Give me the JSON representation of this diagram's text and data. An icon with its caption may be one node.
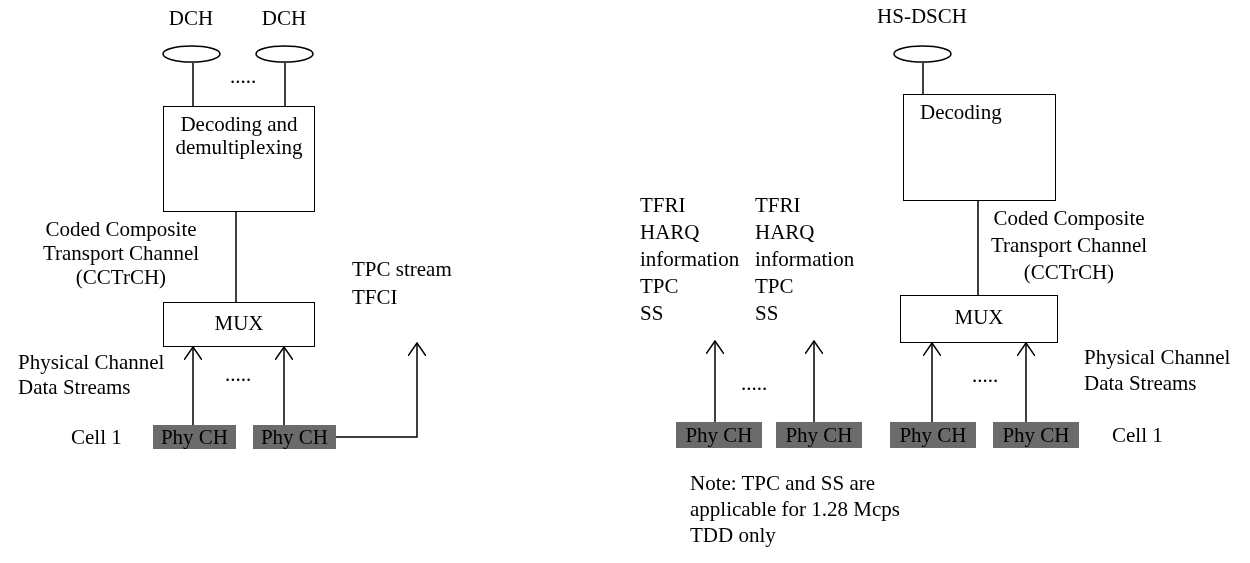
{
  "diagram": {
    "nodes": [
      {
        "text": [
          "DCH"
        ]
      },
      {
        "text": [
          "DCH"
        ]
      },
      {
        "text": [
          "Decoding and demultiplexing"
        ]
      },
      {
        "text": [
          "MUX"
        ]
      },
      {
        "text": [
          "Phy CH"
        ]
      },
      {
        "text": [
          "Phy CH"
        ]
      },
      {
        "text": [
          "TPC stream",
          "TFCI"
        ]
      },
      {
        "text": [
          "HS-DSCH"
        ]
      },
      {
        "text": [
          "Decoding"
        ]
      },
      {
        "text": [
          "MUX"
        ]
      },
      {
        "text": [
          "TFRI",
          "HARQ information",
          "TPC",
          "SS"
        ]
      },
      {
        "text": [
          "Phy CH"
        ]
      },
      {
        "text": [
          "TFRI",
          "HARQ information",
          "TPC",
          "SS"
        ]
      },
      {
        "text": [
          "Phy CH"
        ]
      },
      {
        "text": [
          "Phy CH"
        ]
      },
      {
        "text": [
          "Phy CH"
        ]
      }
    ],
    "edges": [
      {
        "from": 0,
        "to": 2,
        "arrow": "none"
      },
      {
        "from": 1,
        "to": 2,
        "arrow": "none"
      },
      {
        "from": 2,
        "to": 3,
        "arrow": "none"
      },
      {
        "from": 4,
        "to": 3,
        "arrow": "to"
      },
      {
        "from": 5,
        "to": 3,
        "arrow": "to"
      },
      {
        "from": 5,
        "to": 6,
        "arrow": "to"
      },
      {
        "from": 7,
        "to": 8,
        "arrow": "none"
      },
      {
        "from": 8,
        "to": 9,
        "arrow": "none"
      },
      {
        "from": 11,
        "to": 10,
        "arrow": "to"
      },
      {
        "from": 13,
        "to": 12,
        "arrow": "to"
      },
      {
        "from": 14,
        "to": 9,
        "arrow": "to"
      },
      {
        "from": 15,
        "to": 9,
        "arrow": "to"
      }
    ],
    "labels": [
      ".....",
      "Coded Composite Transport Channel (CCTrCH)",
      "Physical Channel Data Streams",
      ".....",
      "Cell 1",
      "Coded Composite Transport Channel (CCTrCH)",
      "Physical Channel Data Streams",
      ".....",
      ".....",
      "Cell 1",
      "Note: TPC and SS are applicable for 1.28 Mcps TDD only"
    ]
  }
}
